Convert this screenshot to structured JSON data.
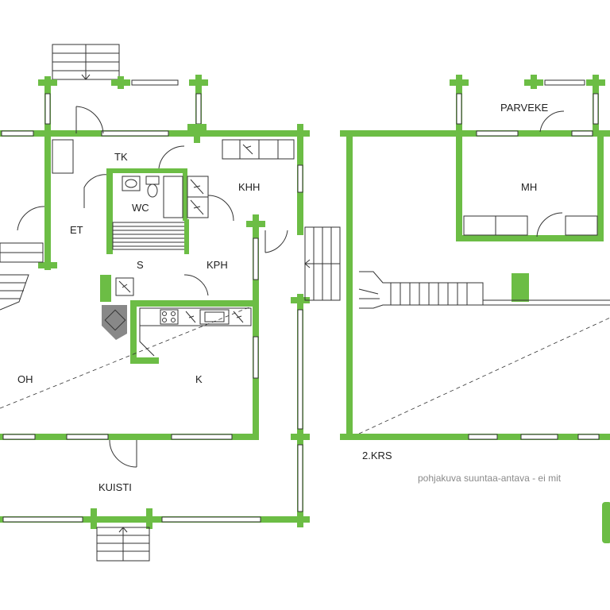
{
  "rooms": {
    "tk": "TK",
    "wc": "WC",
    "khh": "KHH",
    "et": "ET",
    "s": "S",
    "kph": "KPH",
    "oh": "OH",
    "k": "K",
    "kuisti": "KUISTI",
    "parveke": "PARVEKE",
    "mh": "MH"
  },
  "floor_label": "2.KRS",
  "note": "pohjakuva suuntaa-antava - ei mit",
  "colors": {
    "wall": "#6cbd45",
    "line": "#333333",
    "note": "#8a8a8a"
  }
}
